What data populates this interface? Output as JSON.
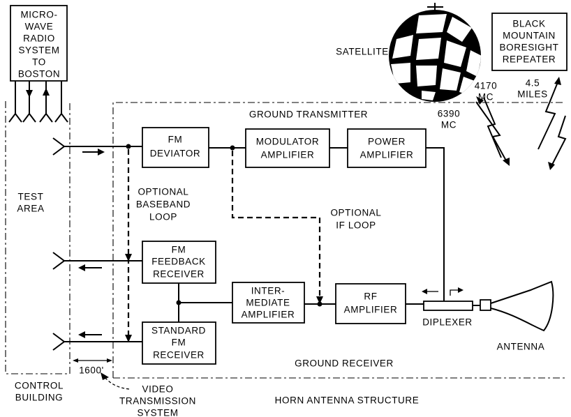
{
  "labels": {
    "microwave_box": [
      "MICRO-",
      "WAVE",
      "RADIO",
      "SYSTEM",
      "TO",
      "BOSTON"
    ],
    "satellite": "SATELLITE",
    "repeater": [
      "BLACK",
      "MOUNTAIN",
      "BORESIGHT",
      "REPEATER"
    ],
    "freq_down": [
      "4170",
      "MC"
    ],
    "distance": [
      "4.5",
      "MILES"
    ],
    "freq_up": [
      "6390",
      "MC"
    ],
    "ground_transmitter": "GROUND TRANSMITTER",
    "fm_deviator": [
      "FM",
      "DEVIATOR"
    ],
    "modulator_amplifier": [
      "MODULATOR",
      "AMPLIFIER"
    ],
    "power_amplifier": [
      "POWER",
      "AMPLIFIER"
    ],
    "test_area": [
      "TEST",
      "AREA"
    ],
    "baseband_loop": [
      "OPTIONAL",
      "BASEBAND",
      "LOOP"
    ],
    "if_loop": [
      "OPTIONAL",
      "IF LOOP"
    ],
    "fm_feedback_receiver": [
      "FM",
      "FEEDBACK",
      "RECEIVER"
    ],
    "intermediate_amplifier": [
      "INTER-",
      "MEDIATE",
      "AMPLIFIER"
    ],
    "rf_amplifier": [
      "RF",
      "AMPLIFIER"
    ],
    "diplexer": "DIPLEXER",
    "antenna": "ANTENNA",
    "standard_fm_receiver": [
      "STANDARD",
      "FM",
      "RECEIVER"
    ],
    "ground_receiver": "GROUND RECEIVER",
    "distance_1600": "1600'",
    "control_building": [
      "CONTROL",
      "BUILDING"
    ],
    "video_transmission": [
      "VIDEO",
      "TRANSMISSION",
      "SYSTEM"
    ],
    "horn_antenna_structure": "HORN  ANTENNA STRUCTURE"
  }
}
